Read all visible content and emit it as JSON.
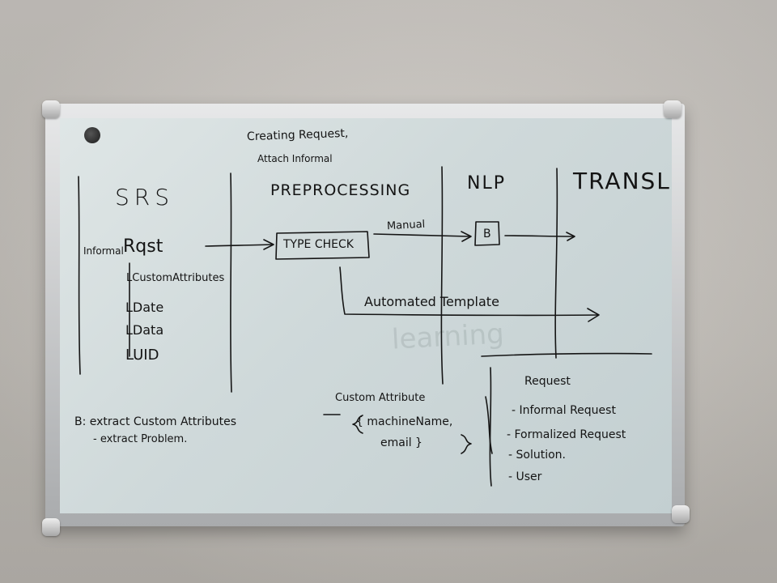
{
  "board": {
    "top_note_line1": "Creating Request,",
    "top_note_line2": "Attach Informal",
    "columns": {
      "srs": "SRS",
      "preprocessing": "PREPROCESSING",
      "nlp": "NLP",
      "transl": "TRANSL"
    },
    "srs_items": {
      "heading_prefix": "Informal",
      "heading": "Rqst",
      "items": [
        "LCustomAttributes",
        "LDate",
        "LData",
        "LUID"
      ]
    },
    "type_check": "TYPE CHECK",
    "manual_label": "Manual",
    "nlp_box": "B",
    "automated_label": "Automated Template",
    "bottom_left_line1": "B: extract Custom Attributes",
    "bottom_left_line2": "- extract Problem.",
    "custom_attribute": {
      "heading": "Custom Attribute",
      "line1": "{ machineName,",
      "line2": "email }"
    },
    "request_list": {
      "heading": "Request",
      "items": [
        "- Informal Request",
        "- Formalized Request",
        "- Solution.",
        "- User"
      ]
    },
    "ghost_text": "learning"
  }
}
